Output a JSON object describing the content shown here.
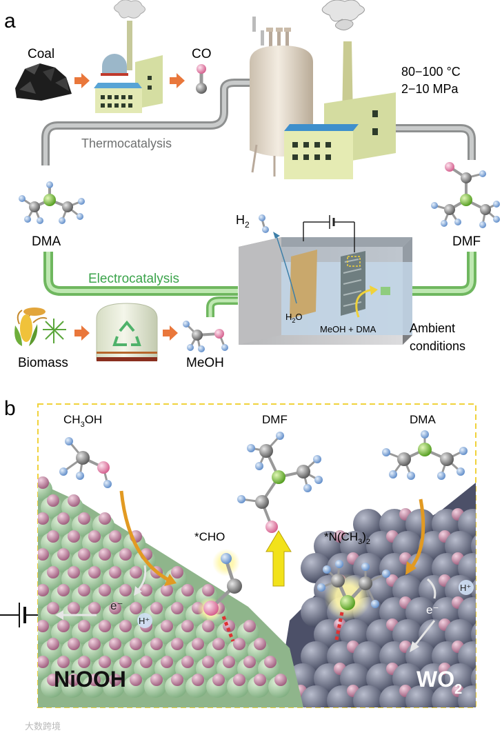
{
  "panel_a": {
    "letter": "a",
    "coal": "Coal",
    "co": "CO",
    "conditions_line1": "80−100 °C",
    "conditions_line2": "2−10 MPa",
    "thermocatalysis": "Thermocatalysis",
    "dma": "DMA",
    "dmf": "DMF",
    "h2": "H",
    "h2_sub": "2",
    "electrocatalysis": "Electrocatalysis",
    "h2o": "H",
    "h2o_sub": "2",
    "h2o_end": "O",
    "meoh_dma": "MeOH + DMA",
    "ambient_line1": "Ambient",
    "ambient_line2": "conditions",
    "biomass": "Biomass",
    "meoh": "MeOH"
  },
  "panel_b": {
    "letter": "b",
    "ch3oh_pre": "CH",
    "ch3oh_sub": "3",
    "ch3oh_post": "OH",
    "dmf": "DMF",
    "dma": "DMA",
    "cho": "*CHO",
    "nch3_pre": "*N(CH",
    "nch3_sub": "3",
    "nch3_post": ")",
    "nch3_sub2": "2",
    "electron_left": "e⁻",
    "electron_right": "e⁻",
    "hplus_left": "H⁺",
    "hplus_right": "H⁺",
    "niooh": "NiOOH",
    "wo2": "WO",
    "wo2_sub": "2"
  },
  "watermark": "大数跨境",
  "colors": {
    "pipe_grey": "#a9abab",
    "pipe_green": "#8fcc7e",
    "electro_text": "#3aa34a",
    "arrow_orange": "#e9773b",
    "dash_yellow": "#f0d23a",
    "nitrogen_green": "#7bc036",
    "oxygen_pink": "#e98cb0",
    "carbon_grey": "#8e8e8e",
    "hydrogen_blue": "#8cb3e3"
  }
}
